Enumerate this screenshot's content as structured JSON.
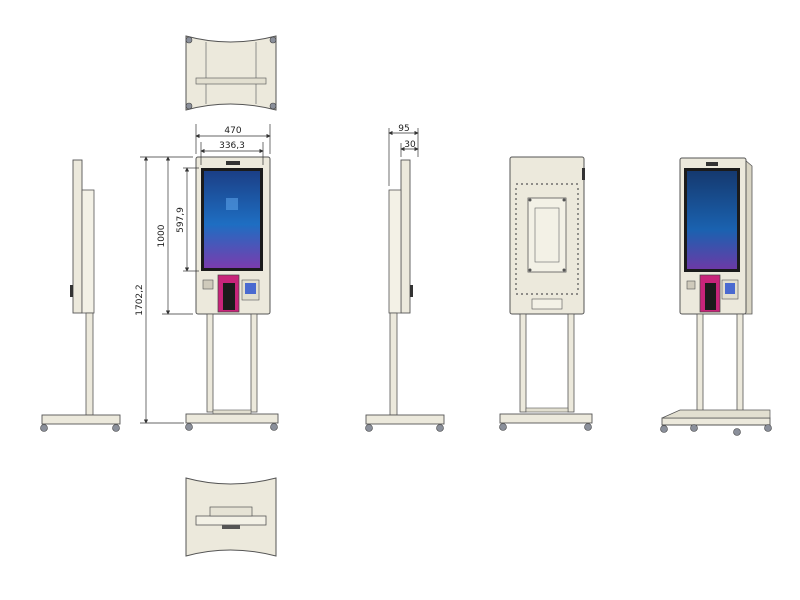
{
  "dimensions": {
    "width_total": "470",
    "width_screen": "336,3",
    "height_overall": "1702,2",
    "height_kiosk": "1000",
    "height_screen": "597,9",
    "depth_total": "95",
    "depth_panel": "30"
  },
  "colors": {
    "body": "#ece9dc",
    "outline": "#555555",
    "dim_line": "#333333",
    "screen_blue": "#1f5fb0",
    "screen_bezel": "#1b1b1b",
    "printer_magenta": "#c8247a",
    "caster": "#8a8f9a"
  }
}
